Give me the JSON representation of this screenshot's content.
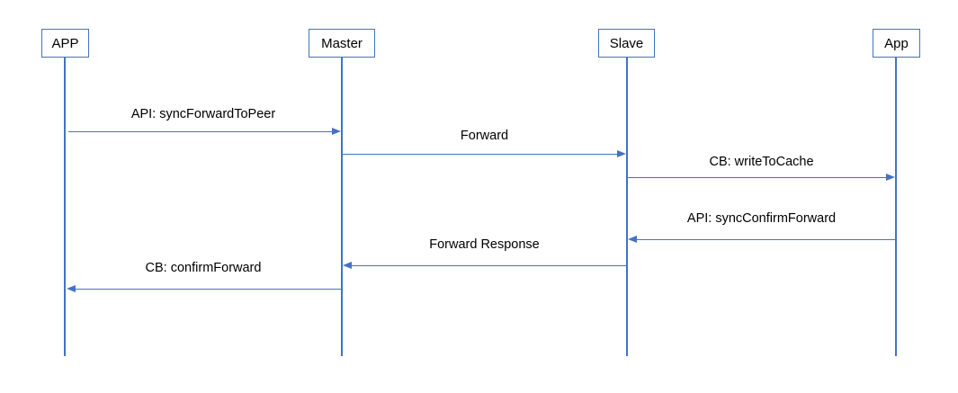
{
  "diagram": {
    "type": "sequence-diagram",
    "accent_color": "#4472C4",
    "text_color": "#000000",
    "background_color": "#FFFFFF",
    "actors": [
      {
        "id": "app-caller",
        "label": "APP"
      },
      {
        "id": "master",
        "label": "Master"
      },
      {
        "id": "slave",
        "label": "Slave"
      },
      {
        "id": "app-peer",
        "label": "App"
      }
    ],
    "messages": [
      {
        "label": "API: syncForwardToPeer",
        "from": "APP",
        "to": "Master",
        "direction": "right"
      },
      {
        "label": "Forward",
        "from": "Master",
        "to": "Slave",
        "direction": "right"
      },
      {
        "label": "CB: writeToCache",
        "from": "Slave",
        "to": "App",
        "direction": "right"
      },
      {
        "label": "API: syncConfirmForward",
        "from": "App",
        "to": "Slave",
        "direction": "left"
      },
      {
        "label": "Forward Response",
        "from": "Slave",
        "to": "Master",
        "direction": "left"
      },
      {
        "label": "CB: confirmForward",
        "from": "Master",
        "to": "APP",
        "direction": "left"
      }
    ]
  }
}
